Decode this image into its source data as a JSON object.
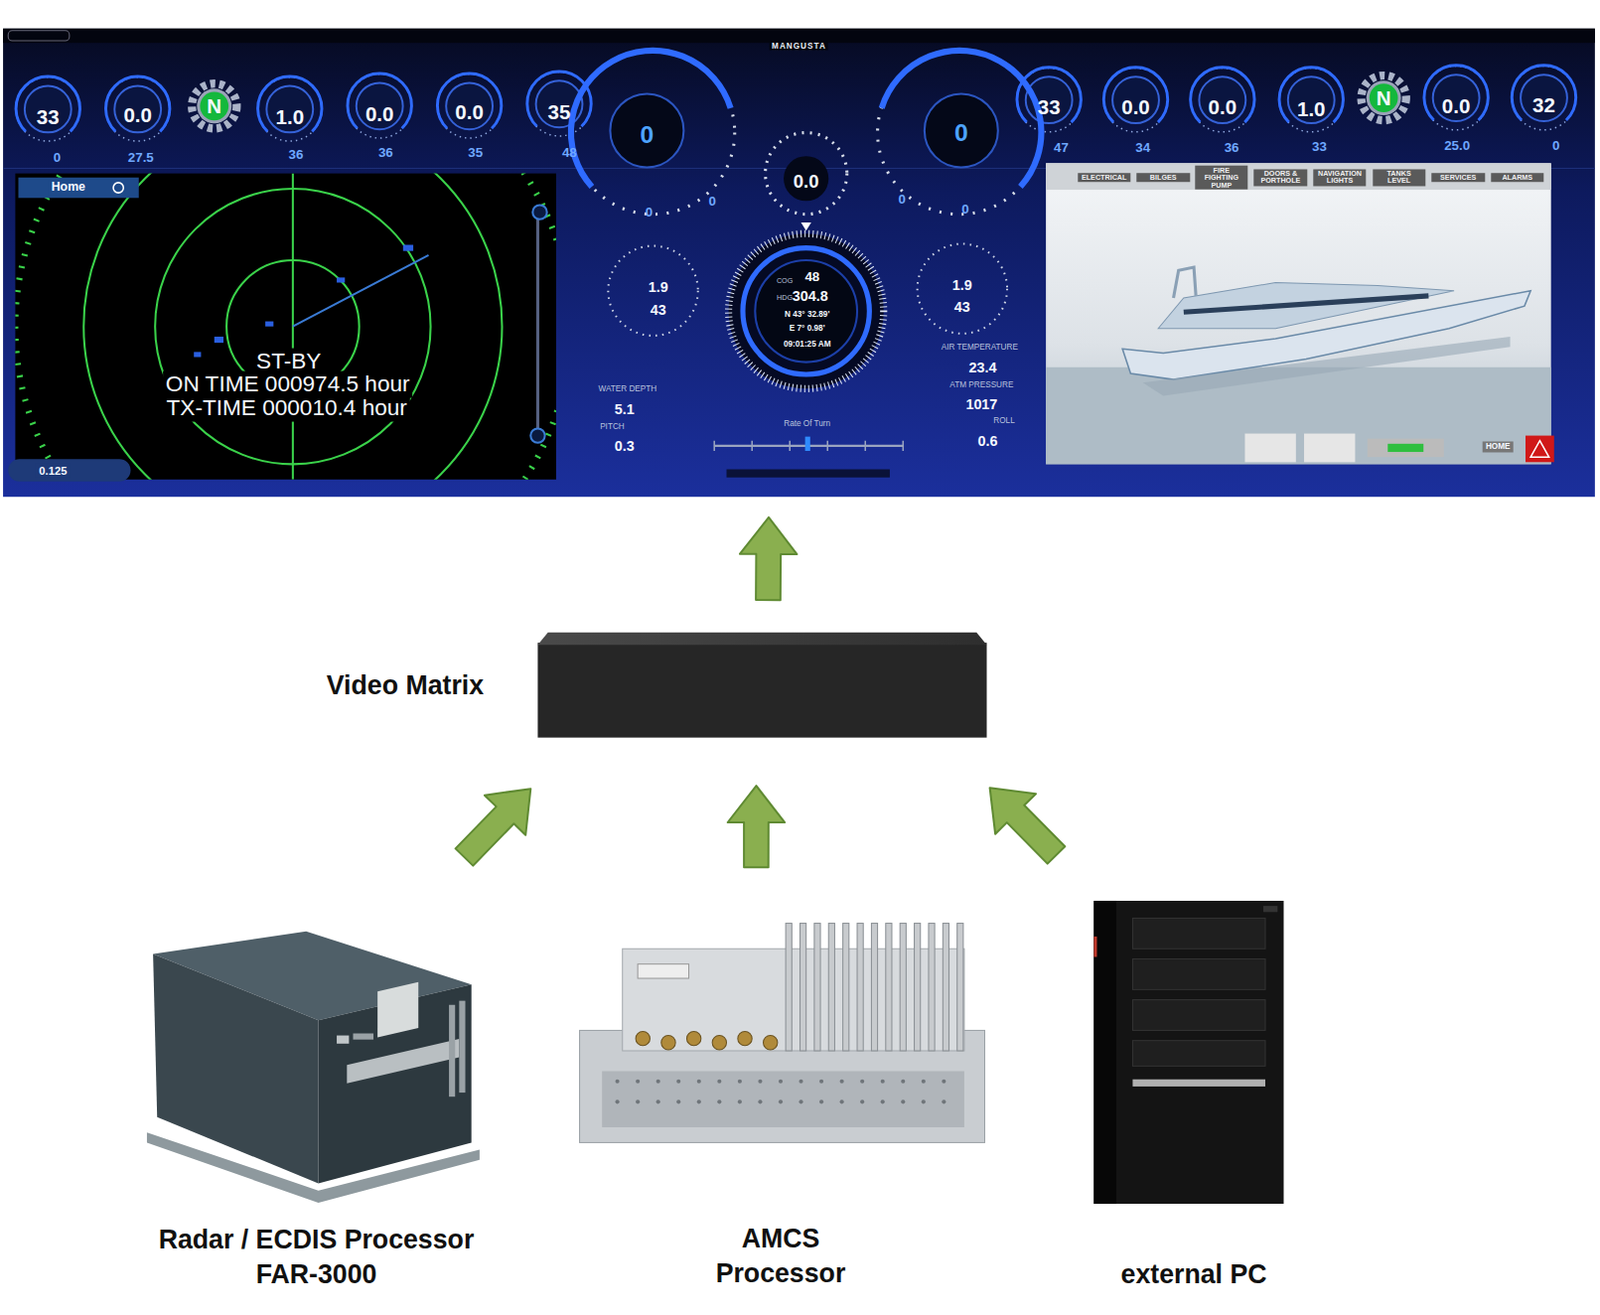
{
  "diagram": {
    "nodes": [
      {
        "text": [
          "MANGUSTA"
        ]
      },
      {
        "text": [
          "Video Matrix"
        ]
      },
      {
        "text": [
          "Radar / ECDIS Processor FAR-3000"
        ]
      },
      {
        "text": [
          "AMCS Processor"
        ]
      },
      {
        "text": [
          "external PC"
        ]
      }
    ],
    "edges": [
      {
        "from": 2,
        "to": 1,
        "arrow": "to"
      },
      {
        "from": 3,
        "to": 1,
        "arrow": "to"
      },
      {
        "from": 4,
        "to": 1,
        "arrow": "to"
      },
      {
        "from": 1,
        "to": 0,
        "arrow": "to"
      }
    ],
    "labels": [
      "33",
      "0.0",
      "N",
      "1.0",
      "0.0",
      "0.0",
      "35",
      "33",
      "0.0",
      "0.0",
      "1.0",
      "N",
      "0.0",
      "32",
      "0",
      "27.5",
      "36",
      "36",
      "35",
      "48",
      "47",
      "34",
      "36",
      "33",
      "25.0",
      "0",
      "0",
      "0",
      "0.0",
      "0",
      "0",
      "0",
      "0",
      "1.9",
      "43",
      "1.9",
      "43",
      "COG",
      "48",
      "HDG",
      "304.8",
      "N 43° 32.89'",
      "E 7° 0.98'",
      "09:01:25 AM",
      "WATER DEPTH",
      "5.1",
      "PITCH",
      "0.3",
      "AIR TEMPERATURE",
      "23.4",
      "ATM PRESSURE",
      "1017",
      "ROLL",
      "0.6",
      "Rate Of Turn",
      "Home",
      "ST-BY",
      "ON TIME 000974.5 hour",
      "TX-TIME 000010.4 hour",
      "0.125",
      "ELECTRICAL",
      "BILGES",
      "FIRE FIGHTING PUMP",
      "DOORS & PORTHOLE",
      "NAVIGATION LIGHTS",
      "TANKS LEVEL",
      "SERVICES",
      "ALARMS",
      "HOME"
    ]
  }
}
